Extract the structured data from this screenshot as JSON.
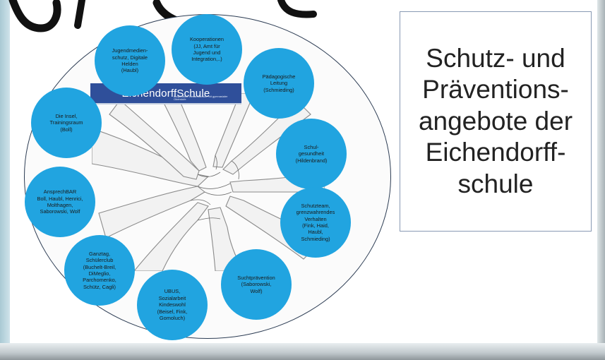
{
  "title": "Schutz- und\nPräventions-\nangebote der\nEichendorff-\nschule",
  "logo": {
    "main": "Eichendorff",
    "main2": "Schule",
    "sub": "kooperative Gesamtschule mit gymnasialer Oberstufe"
  },
  "offers": [
    {
      "text": "Kooperationen\n(JJ, Amt für\nJugend und\nIntegration,..)"
    },
    {
      "text": "Pädagogische\nLeitung\n(Schmieding)"
    },
    {
      "text": "Schul-\ngesundheit\n(Hildenbrand)"
    },
    {
      "text": "Schutzteam,\ngrenzwahrendes\nVerhalten\n(Fink, Haid,\nHaubl,\nSchmieding)"
    },
    {
      "text": "Suchtprävention\n(Saborowski,\nWolf)"
    },
    {
      "text": "UBUS,\nSozialarbeit\nKindeswohl\n(Beisel, Fink,\nGomoluch)"
    },
    {
      "text": "Ganztag,\nSchülerclub\n(Buchelt-Breil,\nDiMeglio,\nParchomenko,\nSchütz, Cagli)"
    },
    {
      "text": "AnsprechBAR\nBoll, Haubl, Henrici,\nMolthagen,\nSaborowski, Wolf"
    },
    {
      "text": "Die Insel,\nTrainingsraum\n(Boll)"
    },
    {
      "text": "Jugendmedien-\nschutz, Digitale\nHelden\n(Haubl)"
    }
  ],
  "colors": {
    "bubble": "#21a4e0",
    "logo": "#2f4f9a",
    "circle_line": "#2d3d54"
  }
}
